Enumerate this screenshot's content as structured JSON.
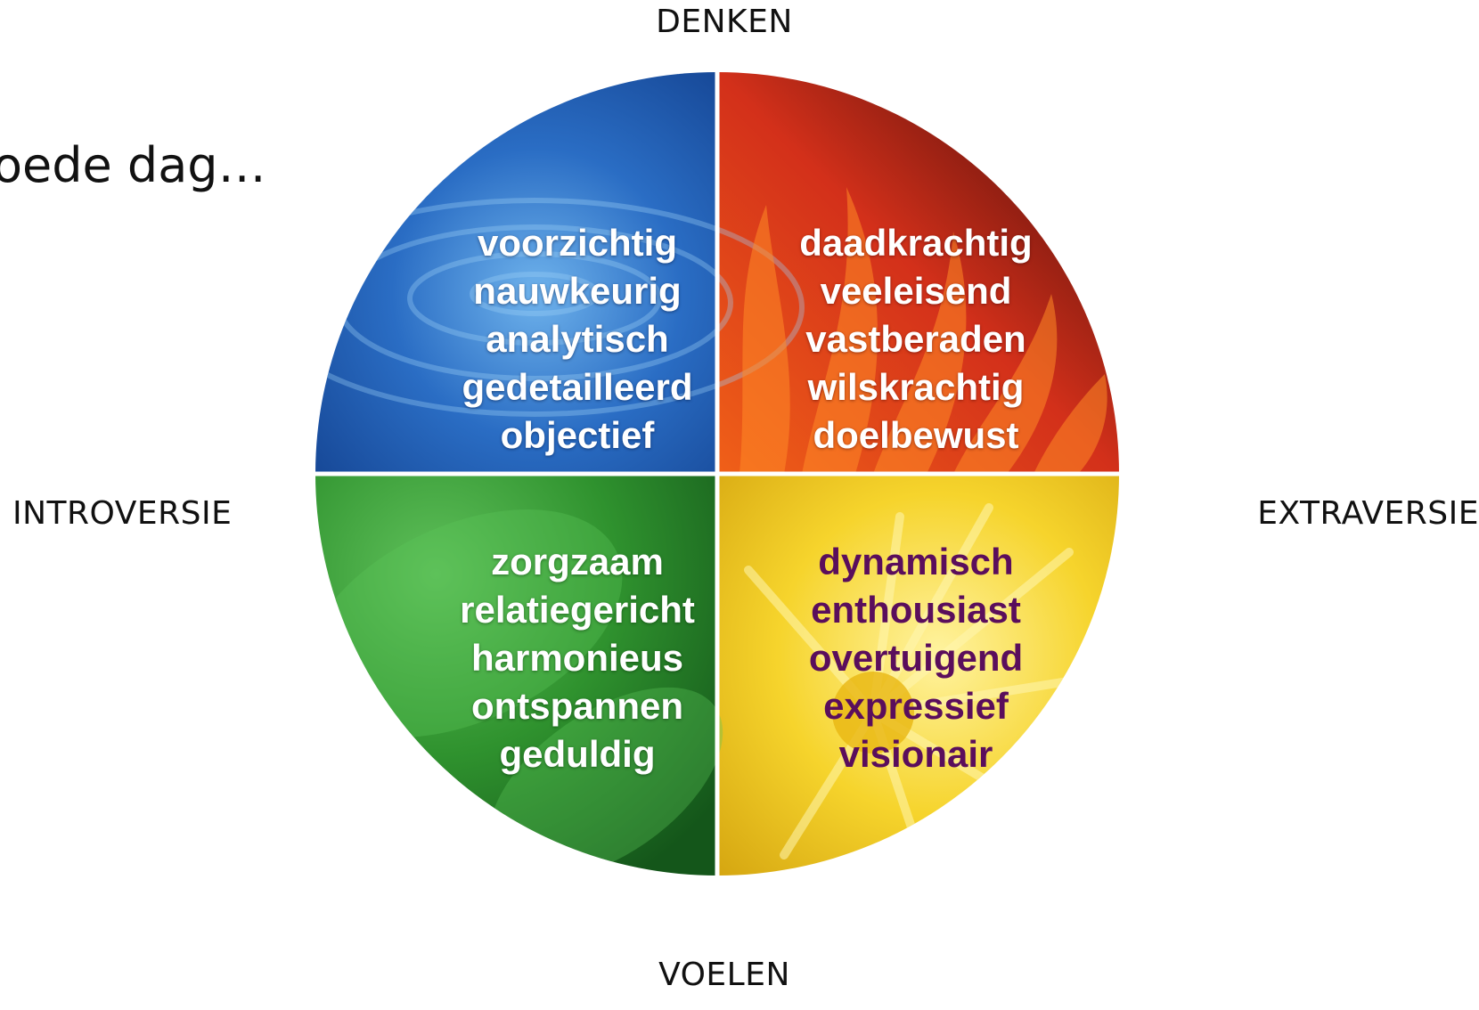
{
  "axes": {
    "top": "DENKEN",
    "bottom": "VOELEN",
    "left": "INTROVERSIE",
    "right": "EXTRAVERSIE"
  },
  "greeting": "oede dag…",
  "quadrants": {
    "water": {
      "color": "#1f5fb5",
      "text_color": "#ffffff",
      "words": [
        "voorzichtig",
        "nauwkeurig",
        "analytisch",
        "gedetailleerd",
        "objectief"
      ]
    },
    "fire": {
      "color": "#d6361a",
      "text_color": "#ffffff",
      "words": [
        "daadkrachtig",
        "veeleisend",
        "vastberaden",
        "wilskrachtig",
        "doelbewust"
      ]
    },
    "earth": {
      "color": "#2d8f2f",
      "text_color": "#ffffff",
      "words": [
        "zorgzaam",
        "relatiegericht",
        "harmonieus",
        "ontspannen",
        "geduldig"
      ]
    },
    "air": {
      "color": "#f4cf1c",
      "text_color": "#5a0e5c",
      "words": [
        "dynamisch",
        "enthousiast",
        "overtuigend",
        "expressief",
        "visionair"
      ]
    }
  }
}
